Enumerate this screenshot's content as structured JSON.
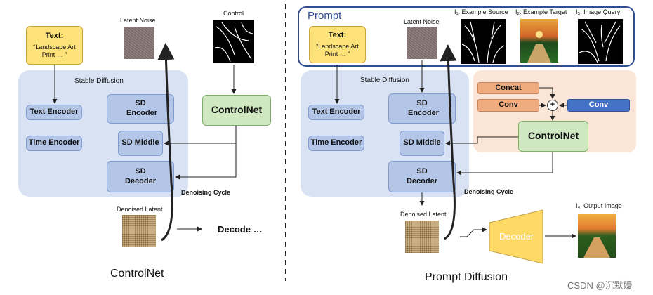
{
  "left": {
    "title": "ControlNet",
    "text_prompt": {
      "heading": "Text:",
      "body": "“Landscape Art Print … ”"
    },
    "latent_noise_label": "Latent Noise",
    "control_label": "Control",
    "stable_diffusion_label": "Stable Diffusion",
    "text_encoder": "Text Encoder",
    "time_encoder": "Time Encoder",
    "sd_encoder": "SD Encoder",
    "sd_middle": "SD Middle",
    "sd_decoder": "SD Decoder",
    "controlnet": "ControlNet",
    "denoising_cycle": "Denoising Cycle",
    "denoised_latent_label": "Denoised Latent",
    "decode": "Decode …"
  },
  "right": {
    "title": "Prompt Diffusion",
    "prompt_label": "Prompt",
    "text_prompt": {
      "heading": "Text:",
      "body": "“Landscape Art Print … ”"
    },
    "latent_noise_label": "Latent Noise",
    "i1_label": "I₁: Example Source",
    "i2_label": "I₂: Example Target",
    "i3_label": "I₃: Image Query",
    "stable_diffusion_label": "Stable Diffusion",
    "text_encoder": "Text Encoder",
    "time_encoder": "Time Encoder",
    "sd_encoder": "SD Encoder",
    "sd_middle": "SD Middle",
    "sd_decoder": "SD Decoder",
    "concat": "Concat",
    "conv1": "Conv",
    "conv2": "Conv",
    "plus": "+",
    "controlnet": "ControlNet",
    "denoising_cycle": "Denoising Cycle",
    "denoised_latent_label": "Denoised Latent",
    "decoder": "Decoder",
    "i4_label": "I₄: Output Image"
  },
  "watermark": "CSDN @沉默媛",
  "colors": {
    "sd_background": "#d9e2f2",
    "sd_block": "#b4c6e7",
    "controlnet": "#cfe8c2",
    "text_prompt": "#fde27a",
    "prompt_border": "#2f4f8f",
    "orange_panel": "#fbe5d6",
    "orange_block": "#f0ab7e",
    "decoder": "#ffd966"
  }
}
